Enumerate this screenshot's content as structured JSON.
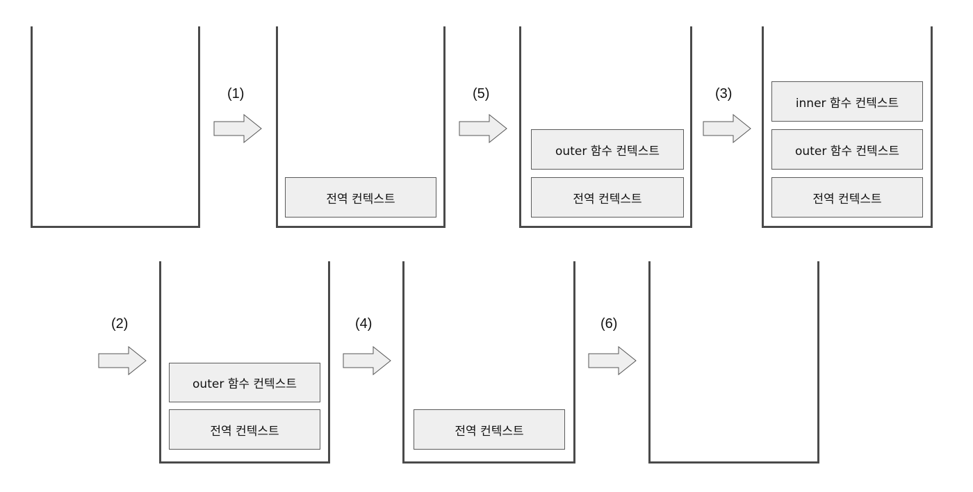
{
  "steps": [
    "(1)",
    "(5)",
    "(3)",
    "(2)",
    "(4)",
    "(6)"
  ],
  "contexts": {
    "global": "전역 컨텍스트",
    "outer": "outer 함수 컨텍스트",
    "inner": "inner 함수 컨텍스트"
  },
  "colors": {
    "stack_border": "#4a4a4a",
    "frame_fill": "#efefef",
    "frame_border": "#5a5a5a",
    "arrow_fill": "#efefef",
    "arrow_stroke": "#555555"
  }
}
